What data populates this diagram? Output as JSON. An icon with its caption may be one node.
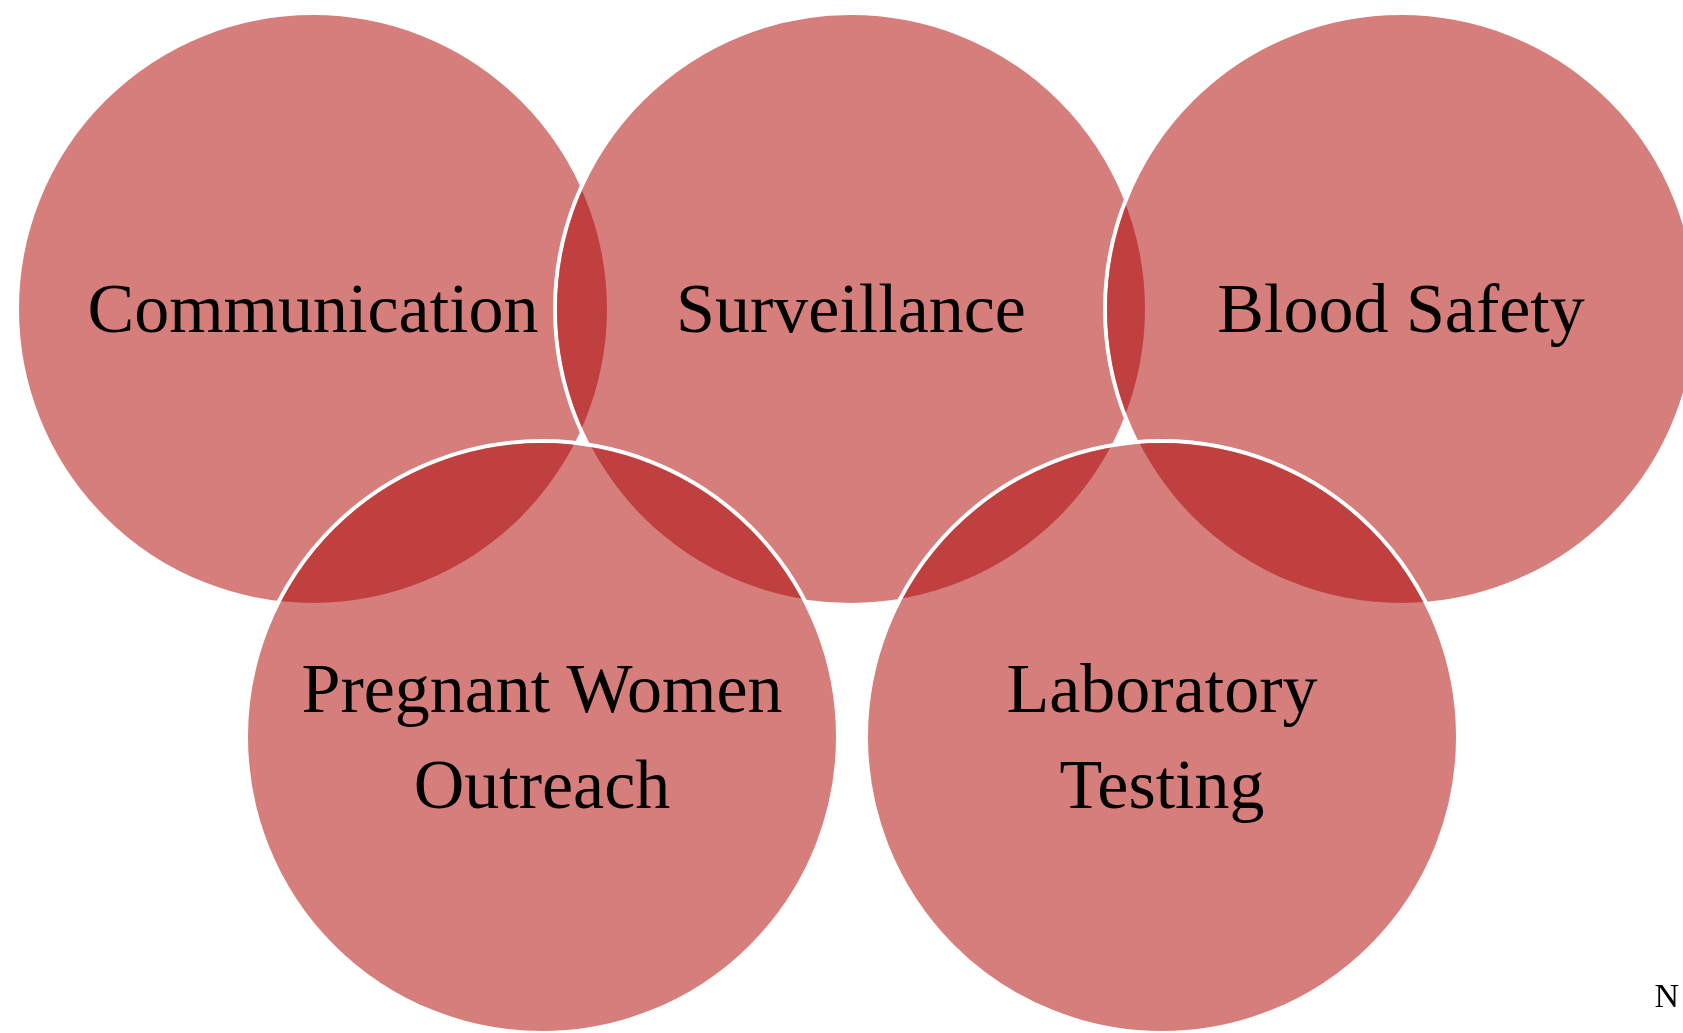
{
  "diagram": {
    "nodes": [
      {
        "text": [
          "Communication"
        ]
      },
      {
        "text": [
          "Surveillance"
        ]
      },
      {
        "text": [
          "Blood Safety"
        ]
      },
      {
        "text": [
          "Pregnant Women Outreach"
        ]
      },
      {
        "text": [
          "Laboratory Testing"
        ]
      }
    ],
    "edges": [],
    "labels": [
      "N"
    ]
  }
}
